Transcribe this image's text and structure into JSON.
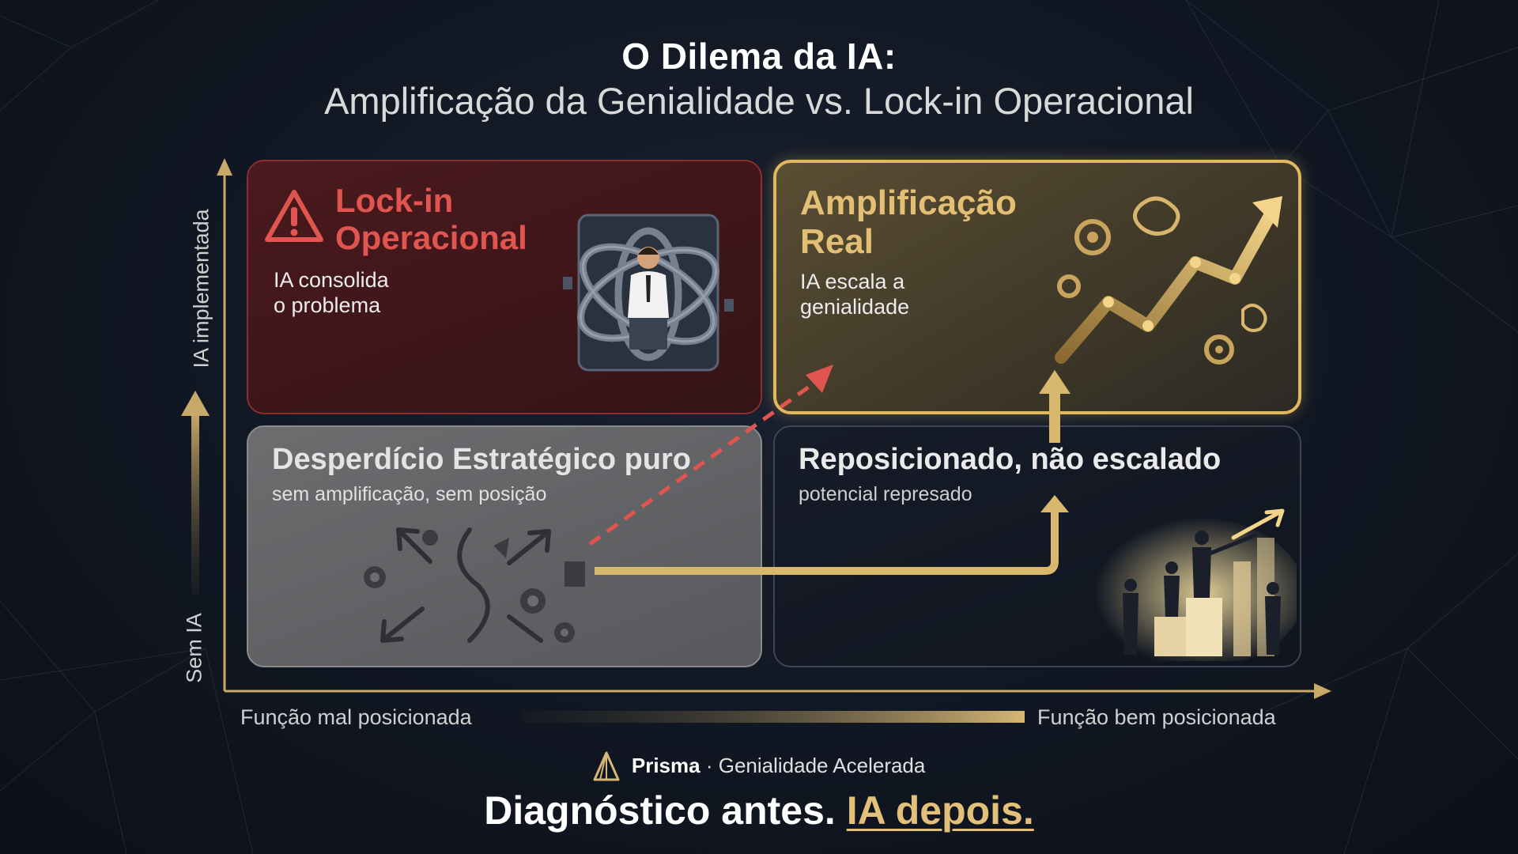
{
  "header": {
    "title": "O Dilema da IA:",
    "subtitle": "Amplificação da Genialidade vs. Lock-in Operacional"
  },
  "quadrants": {
    "top_left": {
      "title_line1": "Lock-in",
      "title_line2": "Operacional",
      "sub_line1": "IA consolida",
      "sub_line2": "o problema",
      "icon": "warning-triangle-icon",
      "color": "#e0554f"
    },
    "top_right": {
      "title_line1": "Amplificação",
      "title_line2": "Real",
      "sub_line1": "IA escala a",
      "sub_line2": "genialidade",
      "icon": "growth-arrow-icon",
      "color": "#e2bf74"
    },
    "bottom_left": {
      "title": "Desperdício Estratégico puro",
      "sub": "sem amplificação, sem posição",
      "icon": "scattered-pieces-icon",
      "color": "#d8d8d8"
    },
    "bottom_right": {
      "title": "Reposicionado, não escalado",
      "sub": "potencial represado",
      "icon": "team-podium-icon",
      "color": "#e6e6e6"
    }
  },
  "axes": {
    "y_low": "Sem IA",
    "y_high": "IA implementada",
    "x_low": "Função mal posicionada",
    "x_high": "Função bem posicionada"
  },
  "footer": {
    "brand": "Prisma",
    "brand_sep": " · ",
    "brand_tagline": "Genialidade Acelerada",
    "tagline_main": "Diagnóstico antes.",
    "tagline_accent": "IA depois."
  },
  "colors": {
    "accent_gold": "#e2c07a",
    "danger_red": "#e0554f"
  }
}
